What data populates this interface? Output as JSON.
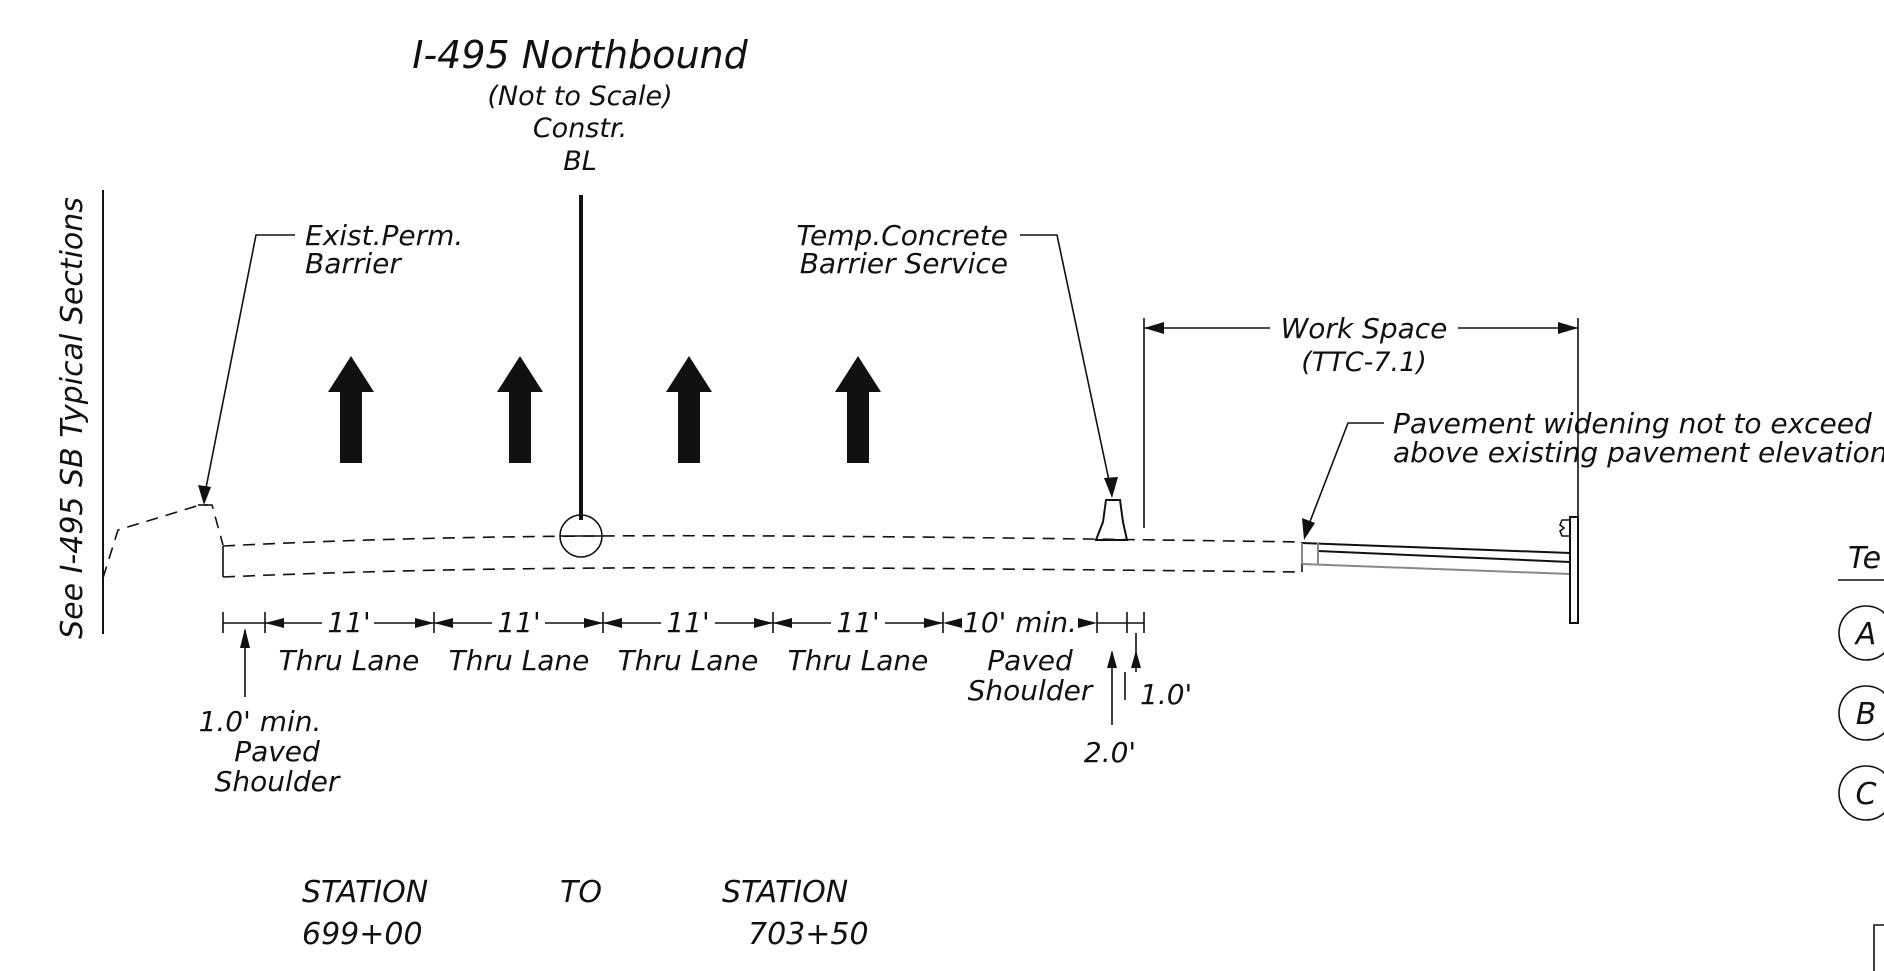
{
  "title": "I-495 Northbound",
  "subtitle": "(Not to Scale)",
  "constr_label_1": "Constr.",
  "constr_label_2": "BL",
  "side_note": "See I-495 SB Typical Sections",
  "callouts": {
    "exist_barrier_1": "Exist.Perm.",
    "exist_barrier_2": "Barrier",
    "temp_barrier_1": "Temp.Concrete",
    "temp_barrier_2": "Barrier Service",
    "work_space_1": "Work Space",
    "work_space_2": "(TTC-7.1)",
    "pavement_1": "Pavement widening  not to exceed",
    "pavement_2": "above existing pavement elevation"
  },
  "lanes": [
    {
      "width": "11'",
      "label": "Thru  Lane"
    },
    {
      "width": "11'",
      "label": "Thru  Lane"
    },
    {
      "width": "11'",
      "label": "Thru  Lane"
    },
    {
      "width": "11'",
      "label": "Thru  Lane"
    }
  ],
  "shoulder": {
    "width": "10' min.",
    "label_1": "Paved",
    "label_2": "Shoulder"
  },
  "left_shoulder": {
    "line_1": "1.0' min.",
    "line_2": "Paved",
    "line_3": "Shoulder"
  },
  "offsets": {
    "offset_a": "1.0'",
    "offset_b": "2.0'"
  },
  "legend": {
    "heading": "Te",
    "items": [
      "A",
      "B",
      "C"
    ]
  },
  "station": {
    "label_from": "STATION",
    "from_value": "699+00",
    "to_label": "TO",
    "label_to": "STATION",
    "to_value": "703+50"
  },
  "colors": {
    "line": "#111111",
    "secondary": "#888888",
    "background": "#ffffff"
  }
}
